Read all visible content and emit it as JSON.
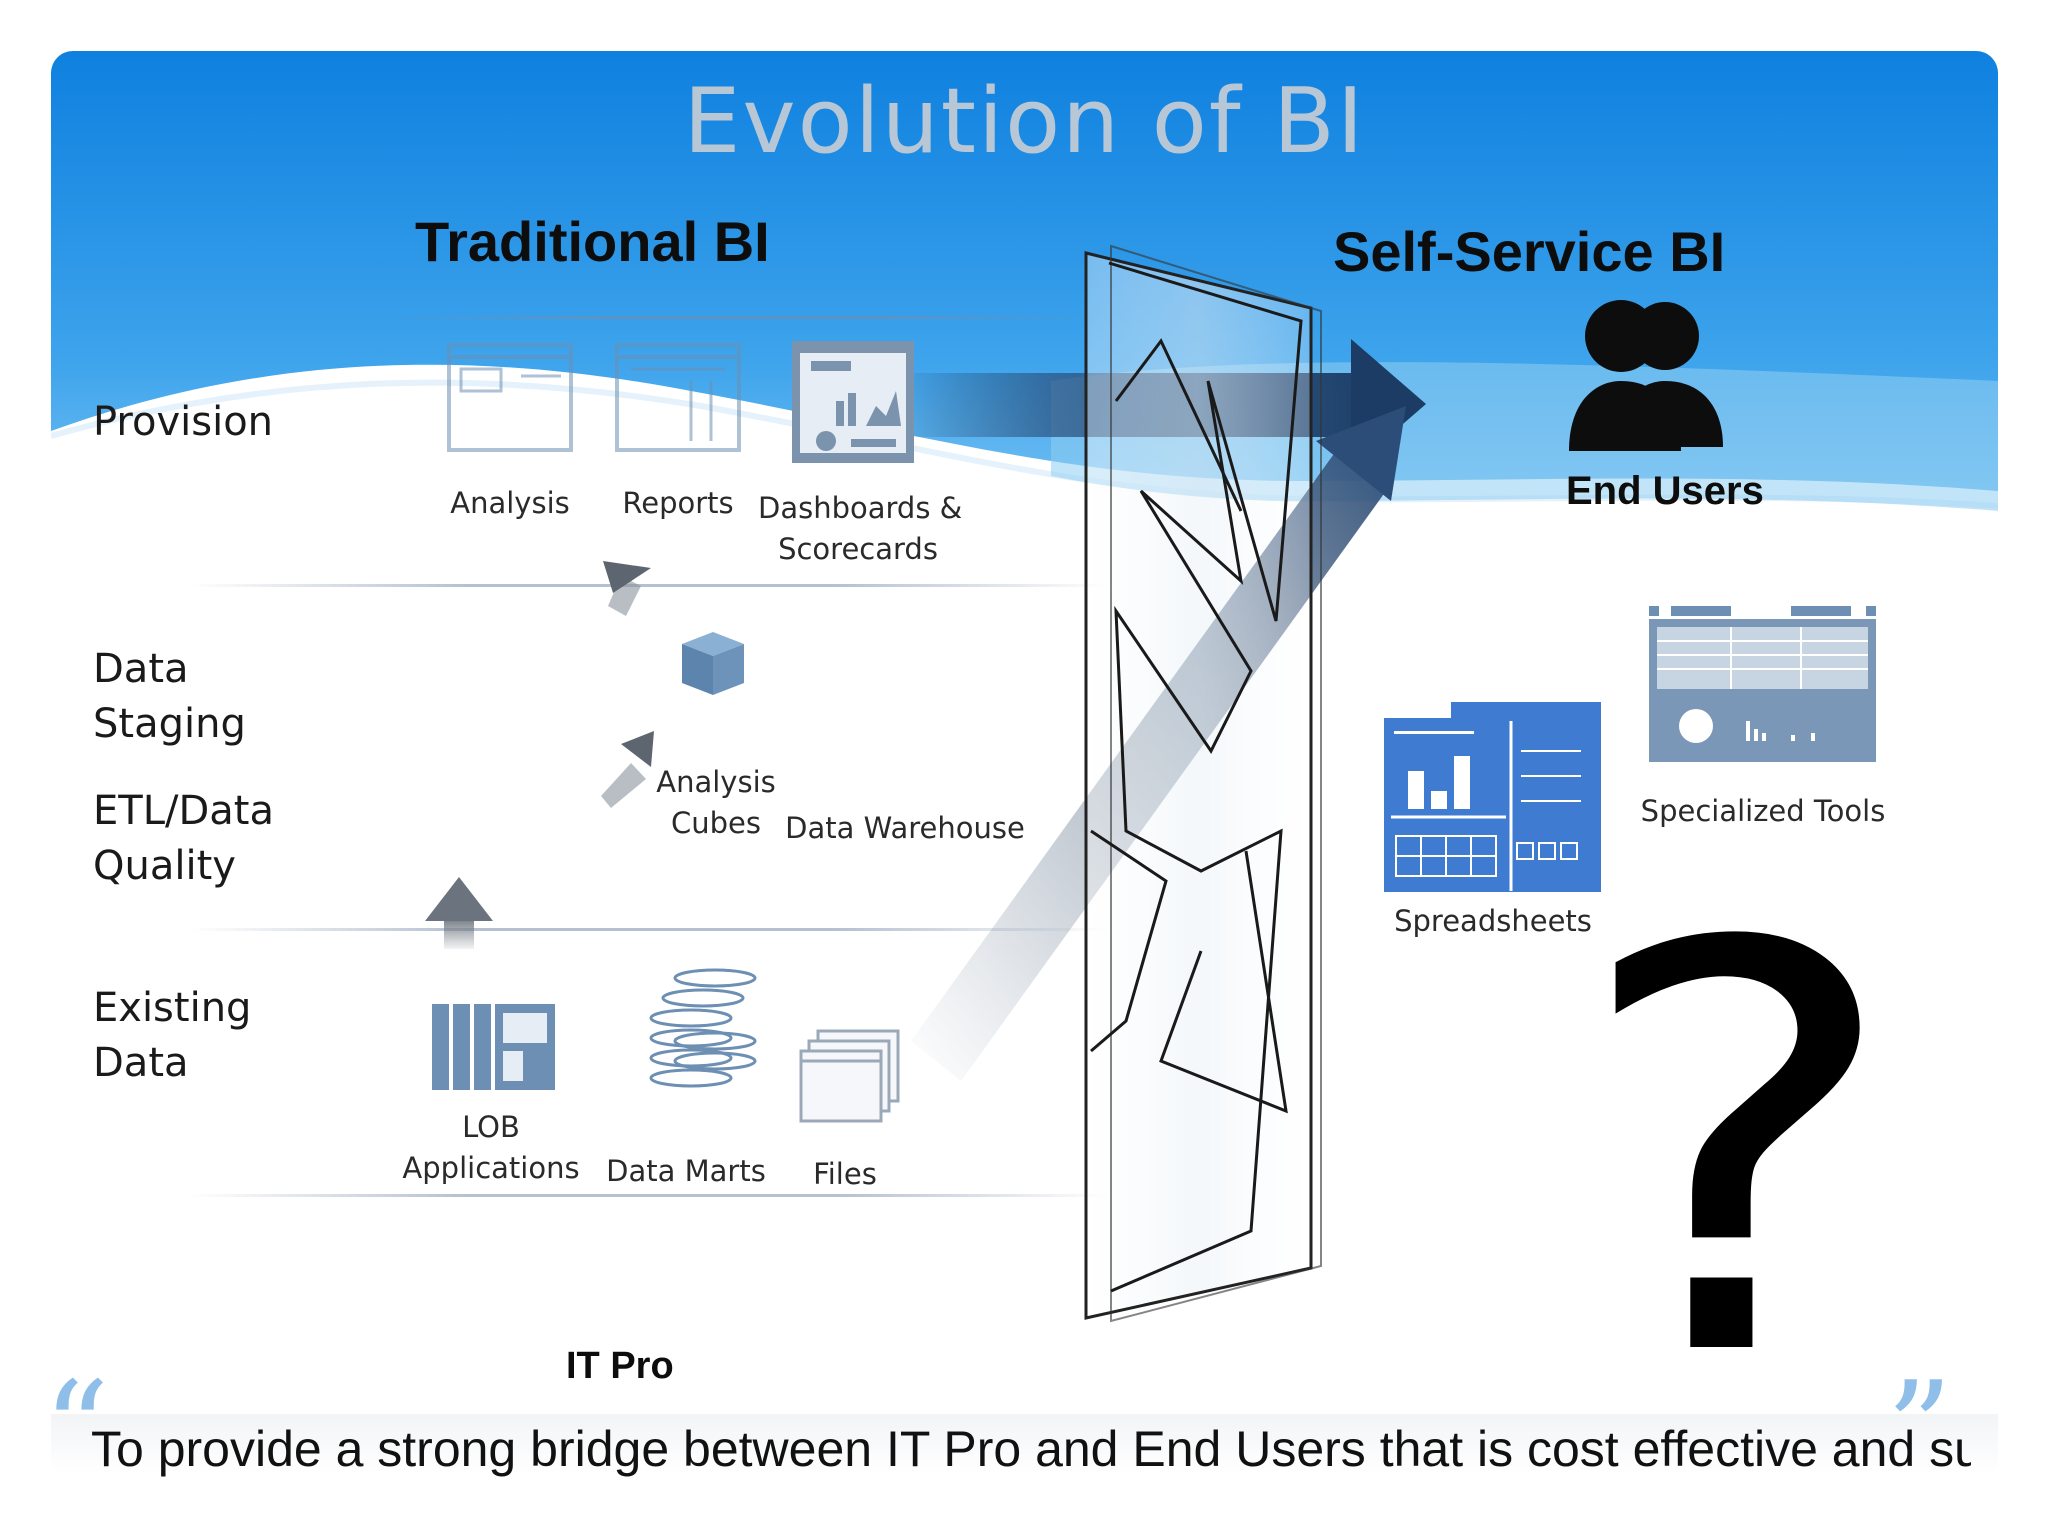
{
  "slide": {
    "title": "Evolution of BI"
  },
  "traditional": {
    "heading": "Traditional BI",
    "rows": {
      "provision": "Provision",
      "data_staging_1": "Data",
      "data_staging_2": "Staging",
      "etl_1": "ETL/Data",
      "etl_2": "Quality",
      "existing_1": "Existing",
      "existing_2": "Data"
    },
    "items": {
      "analysis": "Analysis",
      "reports": "Reports",
      "dashboards_1": "Dashboards &",
      "dashboards_2": "Scorecards",
      "cubes_1": "Analysis",
      "cubes_2": "Cubes",
      "warehouse": "Data Warehouse",
      "lob_1": "LOB",
      "lob_2": "Applications",
      "marts": "Data Marts",
      "files": "Files"
    },
    "footer": "IT Pro"
  },
  "self_service": {
    "heading": "Self-Service BI",
    "end_users": "End Users",
    "spreadsheets": "Spreadsheets",
    "specialized": "Specialized Tools",
    "question": "?"
  },
  "quote": {
    "text": "To provide a strong bridge between IT Pro and End Users that is cost effective and supported by IT is Self-Service BI and."
  },
  "colors": {
    "sky_top": "#0f83e0",
    "sky_light": "#66b8f0",
    "icon_blue": "#3f7bd0",
    "icon_grey": "#6d8fb3"
  }
}
